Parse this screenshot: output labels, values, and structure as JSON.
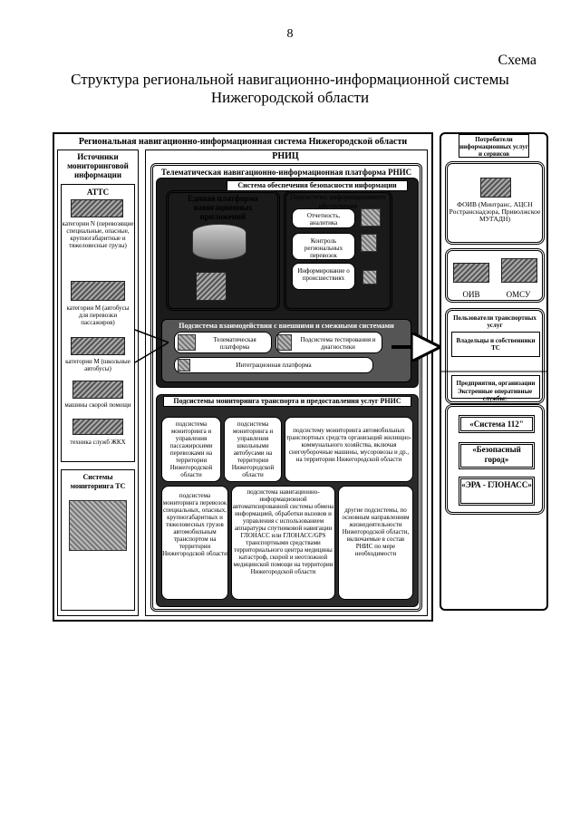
{
  "page_number": "8",
  "schema_label": "Схема",
  "title": {
    "line1": "Структура региональной навигационно-информационной системы",
    "line2": "Нижегородской области"
  },
  "main_system": {
    "title": "Региональная навигационно-информационная система Нижегородской области"
  },
  "sources": {
    "title": "Источники мониторинговой информации",
    "atts": "АТТС",
    "cat_n": "категории N (перевозящие специальные, опасные, крупногабаритные и тяжеловесные грузы)",
    "cat_m_bus": "категории М (автобусы для перевозки пассажиров)",
    "cat_m_school": "категории М (школьные автобусы)",
    "ambulance": "машины скорой помощи",
    "zhkh": "техника служб ЖКХ",
    "monitoring_systems": "Системы мониторинга ТС"
  },
  "rnic": {
    "title": "РНИЦ",
    "telematic_platform": "Телематическая навигационно-информационная платформа РНИС",
    "security": "Система обеспечения безопасности информации",
    "unified_platform": "Единая платформа навигационных приложений",
    "info_support": "Подсистема информационного обеспечения",
    "reporting": "Отчетность, аналитика",
    "control": "Контроль региональных перевозок",
    "incidents": "Информирование о происшествиях",
    "interaction": "Подсистема взаимодействия с внешними и смежными системами",
    "telematics": "Телематическая платформа",
    "testing": "Подсистема тестирования и диагностики",
    "integration": "Интеграционная платформа",
    "monitoring_header": "Подсистемы мониторинга транспорта и предоставления услуг РНИС",
    "sub1": "подсистема мониторинга и управления пассажирскими перевозками на территории Нижегородской области",
    "sub2": "подсистема мониторинга и управления школьными автобусами на территории Нижегородской области",
    "sub3": "подсистему мониторинга автомобильных транспортных средств организаций жилищно-коммунального хозяйства, включая снегоуборочные машины, мусоровозы и др., на территории Нижегородской области",
    "sub4": "подсистема мониторинга перевозок специальных, опасных, крупногабаритных и тяжеловесных грузов автомобильным транспортом на территории Нижегородской области",
    "sub5": "подсистема навигационно-информационной автоматизированной системы обмена информацией, обработки вызовов и управления с использованием аппаратуры спутниковой навигации ГЛОНАСС или ГЛОНАСС/GPS транспортными средствами территориального центра медицины катастроф, скорой и неотложной медицинской помощи на территории Нижегородской области",
    "sub6": "другие подсистемы, по основным направлениям жизнедеятельности Нижегородской области, включаемые в состав РНИС по мере необходимости"
  },
  "consumers": {
    "title": "Потребители информационных услуг и сервисов",
    "foiv": "ФОИВ (Минтранс, АЦСН Ространснадзора, Приволжское МУГАДН)",
    "oiv": "ОИВ",
    "omsu": "ОМСУ",
    "transport_users": "Пользователи транспортных услуг",
    "owners": "Владельцы и собственники ТС",
    "organizations": "Предприятия, организации",
    "emergency": "Экстренные оперативные службы:",
    "s112": "«Система 112\"",
    "safe_city": "«Безопасный город»",
    "era": "«ЭРА - ГЛОНАСС»"
  }
}
